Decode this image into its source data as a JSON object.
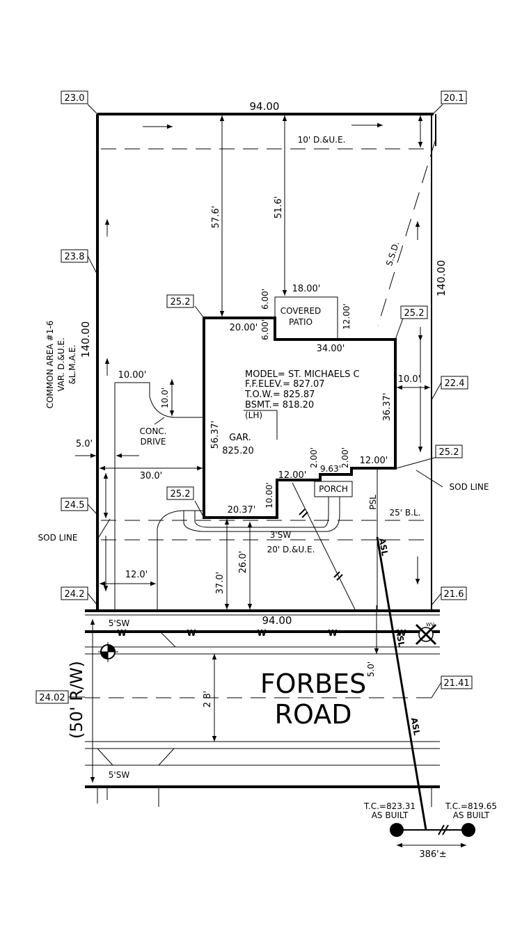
{
  "lot": {
    "front_width": "94.00",
    "rear_width": "94.00",
    "left_depth": "140.00",
    "right_depth": "140.00"
  },
  "easements": {
    "rear": "10' D.&U.E.",
    "front": "20' D.&U.E.",
    "building_line": "25' B.L.",
    "ssd": "S.S.D.",
    "common_area": [
      "COMMON AREA #1-6",
      "VAR. D.&U.E.",
      "&L.M.A.E."
    ]
  },
  "elevations": {
    "corner_nw": "23.0",
    "corner_ne": "20.1",
    "left_mid": "23.8",
    "house_nw": "25.2",
    "house_ne": "25.2",
    "right_mid": "22.4",
    "house_se": "25.2",
    "left_lower": "24.5",
    "house_sw": "25.2",
    "corner_sw": "24.2",
    "corner_se": "21.6",
    "road_left": "24.02",
    "road_right": "21.41"
  },
  "house": {
    "model": "MODEL= ST. MICHAELS C",
    "ff_elev": "F.F.ELEV.= 827.07",
    "tow": "T.O.W.= 825.87",
    "bsmt": "BSMT.= 818.20",
    "handing": "(LH)",
    "garage_label": "GAR.",
    "garage_elev": "825.20",
    "covered_patio": [
      "COVERED",
      "PATIO"
    ],
    "porch": "PORCH"
  },
  "dimensions": {
    "rear_setback_left": "57.6'",
    "rear_setback_patio": "51.6'",
    "patio_width": "18.00'",
    "patio_offset_up": "6.00'",
    "patio_offset_down": "6.00'",
    "house_rear_left": "20.00'",
    "house_rear_right": "34.00'",
    "patio_depth": "12.00'",
    "side_right": "10.0'",
    "house_right_side": "36.37'",
    "house_left_side": "56.37'",
    "drive_width": "10.00'",
    "drive_jog": "10.0'",
    "side_left": "5.0'",
    "drive_offset": "30.0'",
    "porch_left": "12.00'",
    "porch_width": "9.63'",
    "porch_jog_1": "2.00'",
    "porch_jog_2": "2.00'",
    "porch_right": "12.00'",
    "garage_step": "10.00'",
    "house_front": "20.37'",
    "front_setback_house": "37.0'",
    "front_setback_bl": "26.0'",
    "walk_offset": "12.0'",
    "sw_offset": "5.0'",
    "row_half": "2 8'",
    "tc_spacing": "386'±"
  },
  "labels": {
    "conc_drive": [
      "CONC.",
      "DRIVE"
    ],
    "sod_line_left": "SOD LINE",
    "sod_line_right": "SOD LINE",
    "psl": "PSL",
    "asl": "ASL",
    "sidewalk_lot": "3'SW",
    "sidewalk_top": "5'SW",
    "sidewalk_bottom": "5'SW",
    "row": "(50' R/W)",
    "road_name": [
      "FORBES",
      "ROAD"
    ],
    "water": "W",
    "valve": "WV",
    "tc_left": [
      "T.C.=823.31",
      "AS BUILT"
    ],
    "tc_right": [
      "T.C.=819.65",
      "AS BUILT"
    ]
  }
}
